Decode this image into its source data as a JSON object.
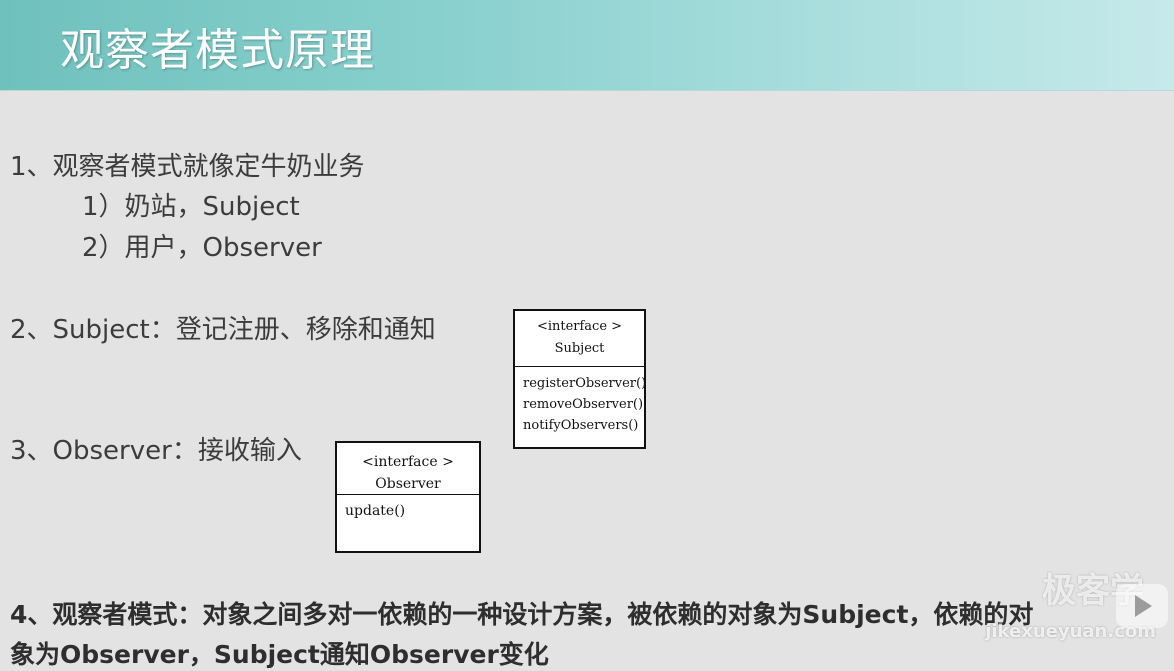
{
  "header": {
    "title": "观察者模式原理"
  },
  "content": {
    "item1": "1、观察者模式就像定牛奶业务",
    "item1_sub1": "1）奶站，Subject",
    "item1_sub2": "2）用户，Observer",
    "item2": "2、Subject：登记注册、移除和通知",
    "item3": "3、Observer：接收输入",
    "item4_line1": "4、观察者模式：对象之间多对一依赖的一种设计方案，被依赖的对象为Subject，依赖的对",
    "item4_line2": "象为Observer，Subject通知Observer变化"
  },
  "subject_box": {
    "stereotype": "<interface >",
    "name": "Subject",
    "ops": [
      "registerObserver()",
      "removeObserver()",
      "notifyObservers()"
    ]
  },
  "observer_box": {
    "stereotype": "<interface >",
    "name": "Observer",
    "ops": [
      "update()"
    ]
  },
  "watermark": {
    "brand": "极客学",
    "url": "jikexueyuan.com"
  },
  "colors": {
    "header_start": "#6fc1be",
    "header_end": "#c6e9ea",
    "background": "#e3e3e3"
  },
  "icons": {
    "play": "play-icon"
  }
}
